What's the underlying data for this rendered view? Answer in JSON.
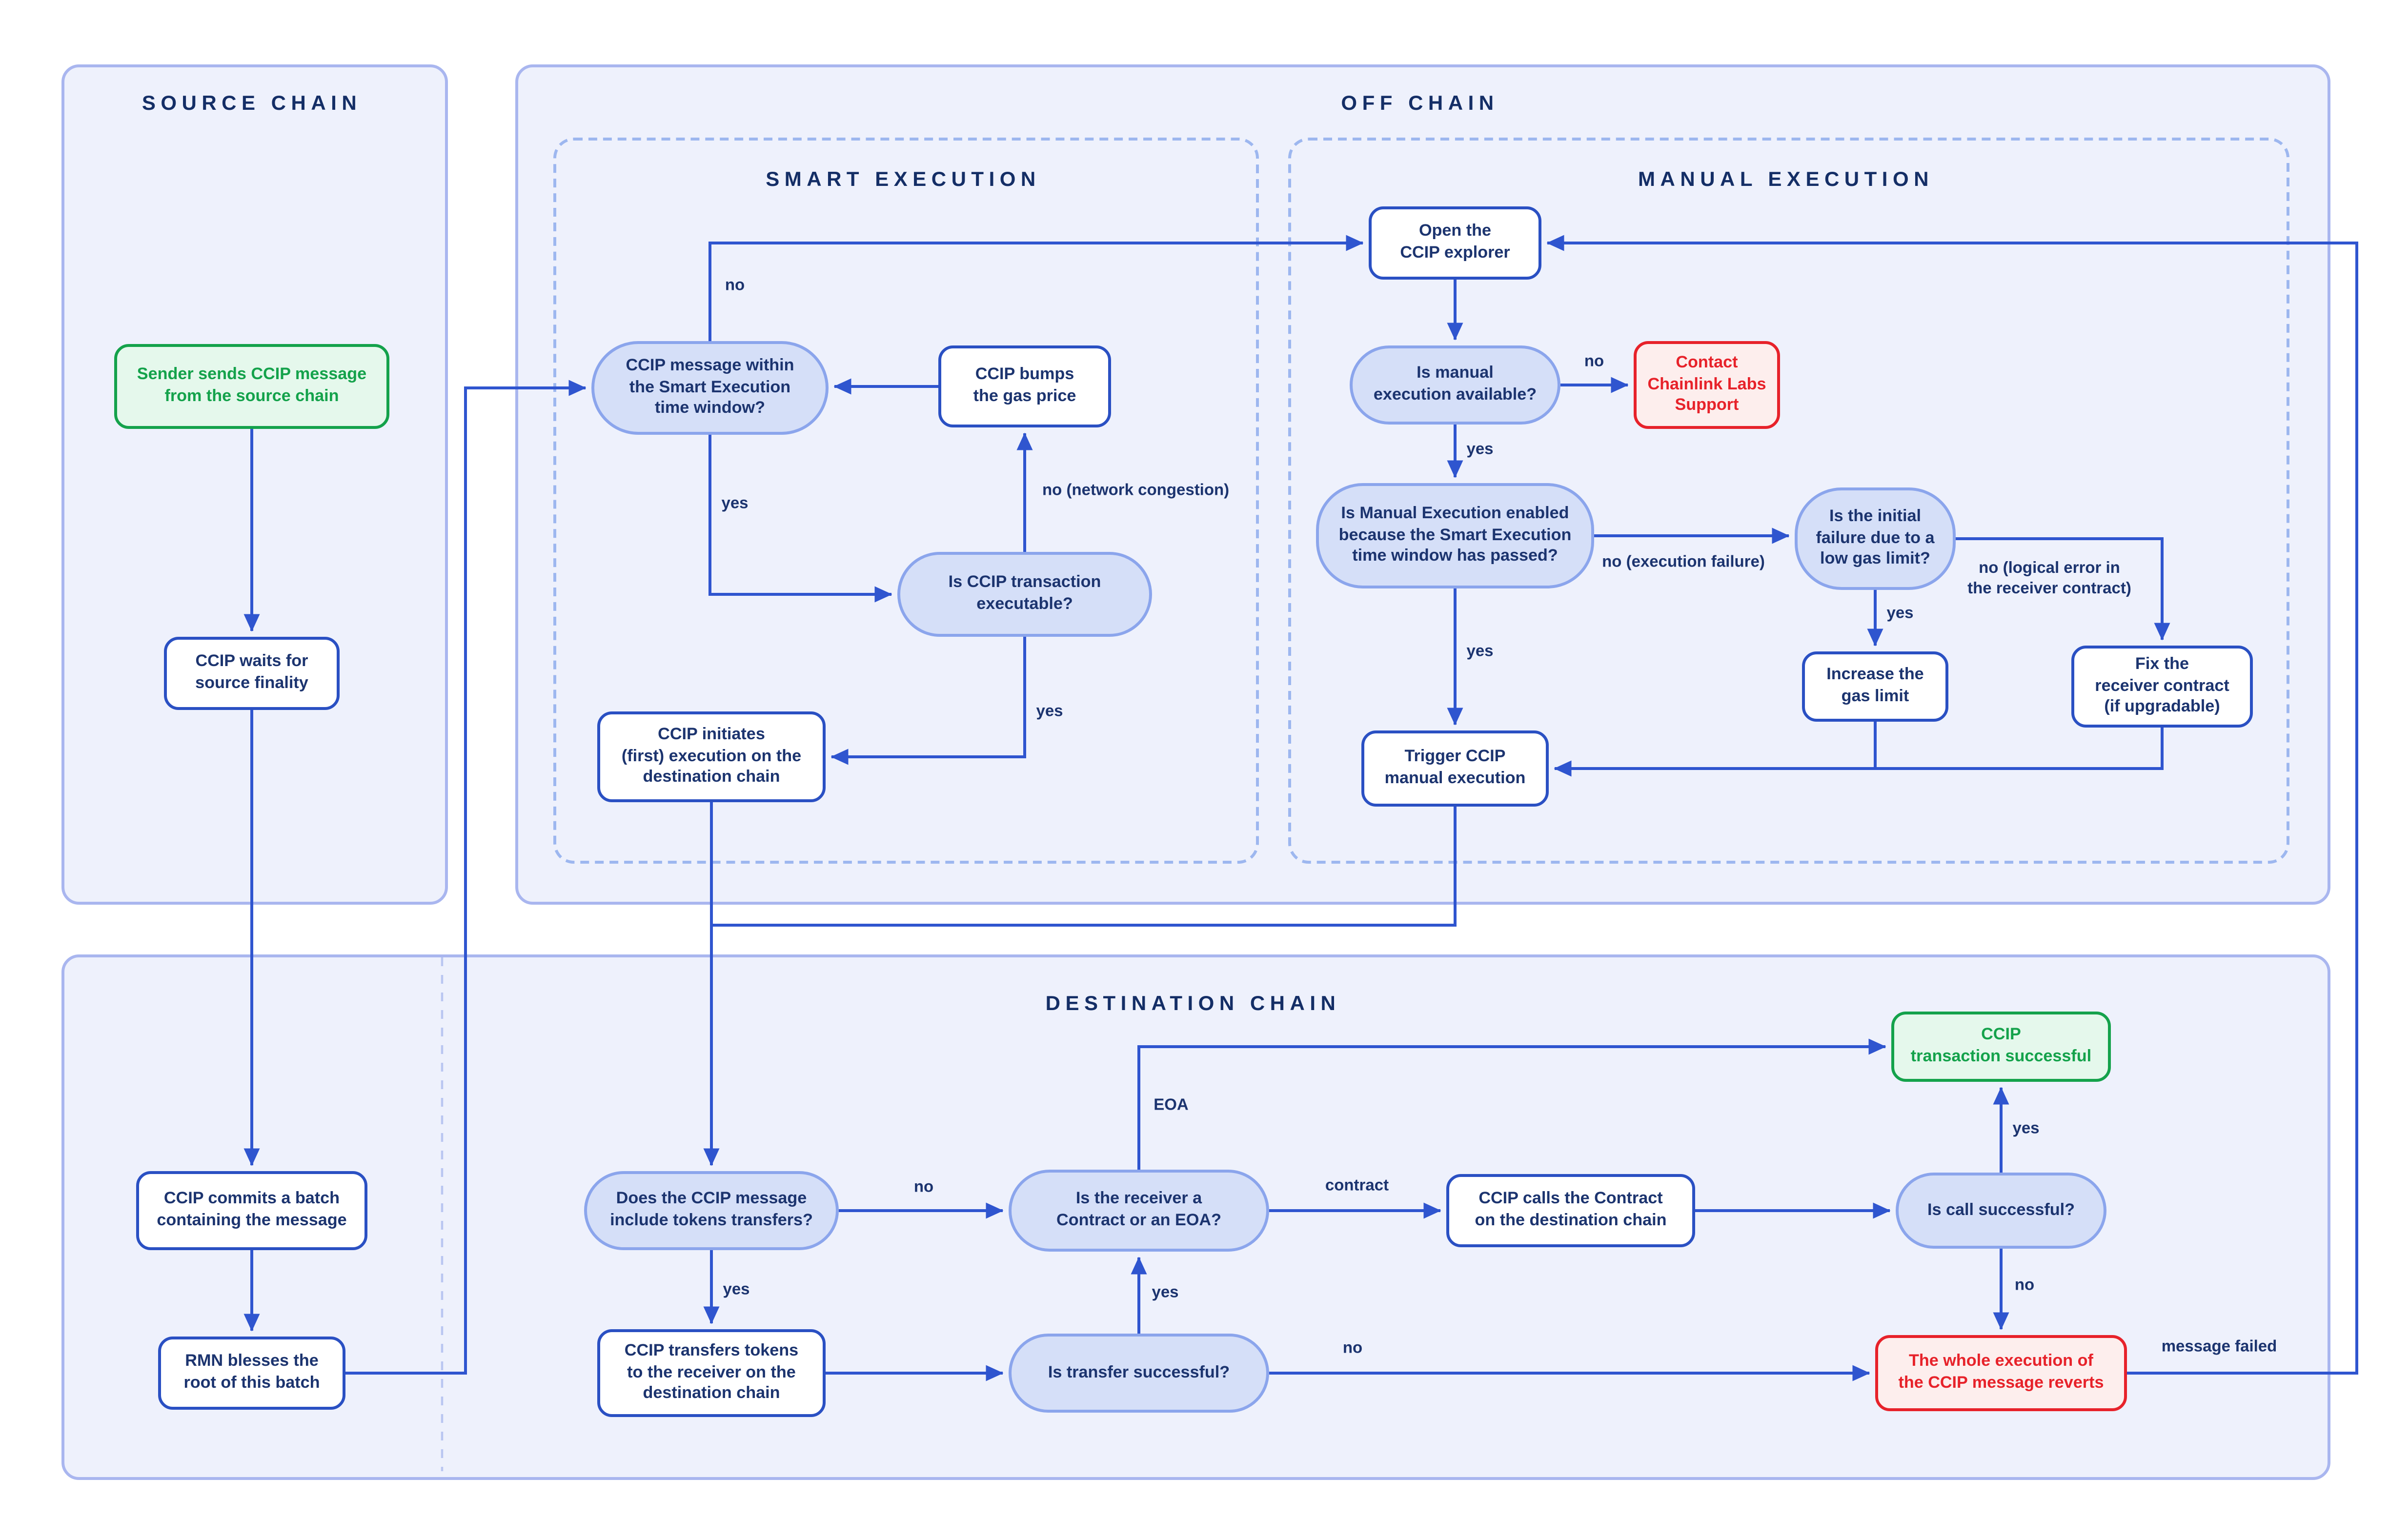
{
  "diagram": {
    "panels": {
      "source_chain": {
        "title": "SOURCE CHAIN"
      },
      "off_chain": {
        "title": "OFF CHAIN"
      },
      "smart_execution": {
        "title": "SMART EXECUTION"
      },
      "manual_execution": {
        "title": "MANUAL EXECUTION"
      },
      "destination_chain": {
        "title": "DESTINATION CHAIN"
      }
    },
    "nodes": {
      "sender": {
        "label": "Sender sends CCIP message\nfrom the source chain"
      },
      "waits": {
        "label": "CCIP waits for\nsource finality"
      },
      "within_window": {
        "label": "CCIP message within\nthe Smart Execution\ntime window?"
      },
      "bumps": {
        "label": "CCIP bumps\nthe gas price"
      },
      "executable": {
        "label": "Is CCIP transaction\nexecutable?"
      },
      "initiates": {
        "label": "CCIP initiates\n(first) execution on the\ndestination chain"
      },
      "open_explorer": {
        "label": "Open the\nCCIP explorer"
      },
      "manual_available": {
        "label": "Is manual\nexecution available?"
      },
      "contact_support": {
        "label": "Contact\nChainlink Labs\nSupport"
      },
      "enabled_window": {
        "label": "Is Manual Execution enabled\nbecause the Smart Execution\ntime window has passed?"
      },
      "low_gas": {
        "label": "Is the initial\nfailure due to a\nlow gas limit?"
      },
      "increase_gas": {
        "label": "Increase the\ngas limit"
      },
      "fix_receiver": {
        "label": "Fix the\nreceiver contract\n(if upgradable)"
      },
      "trigger_manual": {
        "label": "Trigger CCIP\nmanual execution"
      },
      "commits": {
        "label": "CCIP commits a batch\ncontaining the message"
      },
      "rmn": {
        "label": "RMN blesses the\nroot of this batch"
      },
      "include_tokens": {
        "label": "Does the CCIP message\ninclude tokens transfers?"
      },
      "transfers_tokens": {
        "label": "CCIP transfers tokens\nto the receiver on the\ndestination chain"
      },
      "receiver_type": {
        "label": "Is the receiver a\nContract or an EOA?"
      },
      "transfer_success": {
        "label": "Is transfer successful?"
      },
      "calls_contract": {
        "label": "CCIP calls the Contract\non the destination chain"
      },
      "call_success": {
        "label": "Is call successful?"
      },
      "tx_success": {
        "label": "CCIP\ntransaction successful"
      },
      "reverts": {
        "label": "The whole execution of\nthe CCIP message reverts"
      }
    },
    "edge_labels": {
      "se_no": "no",
      "se_yes": "yes",
      "se_congestion": "no (network congestion)",
      "se_yes2": "yes",
      "me_no": "no",
      "me_yes": "yes",
      "me_exec_failure": "no (execution failure)",
      "me_yes2": "yes",
      "me_low_gas_yes": "yes",
      "me_logical": "no (logical error in\nthe receiver contract)",
      "dc_no_tokens": "no",
      "dc_yes_tokens": "yes",
      "dc_transfer_yes": "yes",
      "dc_contract": "contract",
      "dc_eoa": "EOA",
      "dc_call_yes": "yes",
      "dc_call_no": "no",
      "dc_transfer_no": "no",
      "dc_message_failed": "message failed"
    }
  },
  "colors": {
    "line_blue": "#2f55cf",
    "node_border": "#2a50c3",
    "navy_text": "#1c346f",
    "title_navy": "#142e66",
    "decision_fill": "#d5dff8",
    "decision_border": "#8ba5ec",
    "panel_fill": "#eef1fc",
    "panel_border": "#a9b6ef",
    "dashed_border": "#9db7ef",
    "inner_dashed": "#b9c6f1",
    "green": "#14a24b",
    "green_fill": "#e5f8ec",
    "red": "#e7222a",
    "red_fill": "#fdeeed"
  }
}
